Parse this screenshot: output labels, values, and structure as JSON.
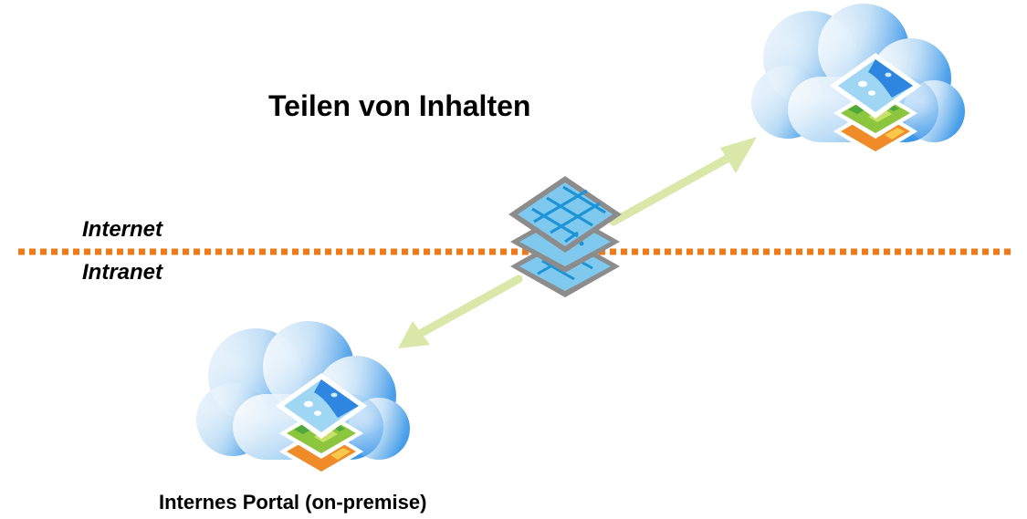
{
  "title": "Teilen von Inhalten",
  "zones": {
    "upper": "Internet",
    "lower": "Intranet"
  },
  "caption": "Internes Portal (on-premise)",
  "colors": {
    "divider": "#f07a1a",
    "arrow": "#d9e8a8",
    "cloud_light": "#dcecf9",
    "cloud_dark": "#3b97e8",
    "tile_frame": "#8c8c8c",
    "tile_fill": "#7fc9ee",
    "tile_road": "#1e93d6"
  },
  "icons": [
    "cloud-icon",
    "map-layers-icon",
    "layer-stack-icon"
  ]
}
